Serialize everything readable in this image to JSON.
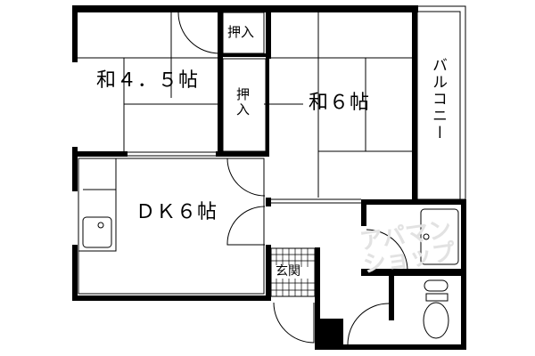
{
  "floor_plan": {
    "rooms": {
      "washitsu_45": "和４．５帖",
      "washitsu_6": "和６帖",
      "dk": "ＤＫ６帖",
      "closet_upper": "押入",
      "closet_middle": "押入",
      "balcony": "バルコニー",
      "entrance": "玄関"
    },
    "watermark": "アパマンショップ",
    "colors": {
      "wall": "#000000",
      "background": "#ffffff",
      "watermark": "#e2e2e2"
    }
  }
}
